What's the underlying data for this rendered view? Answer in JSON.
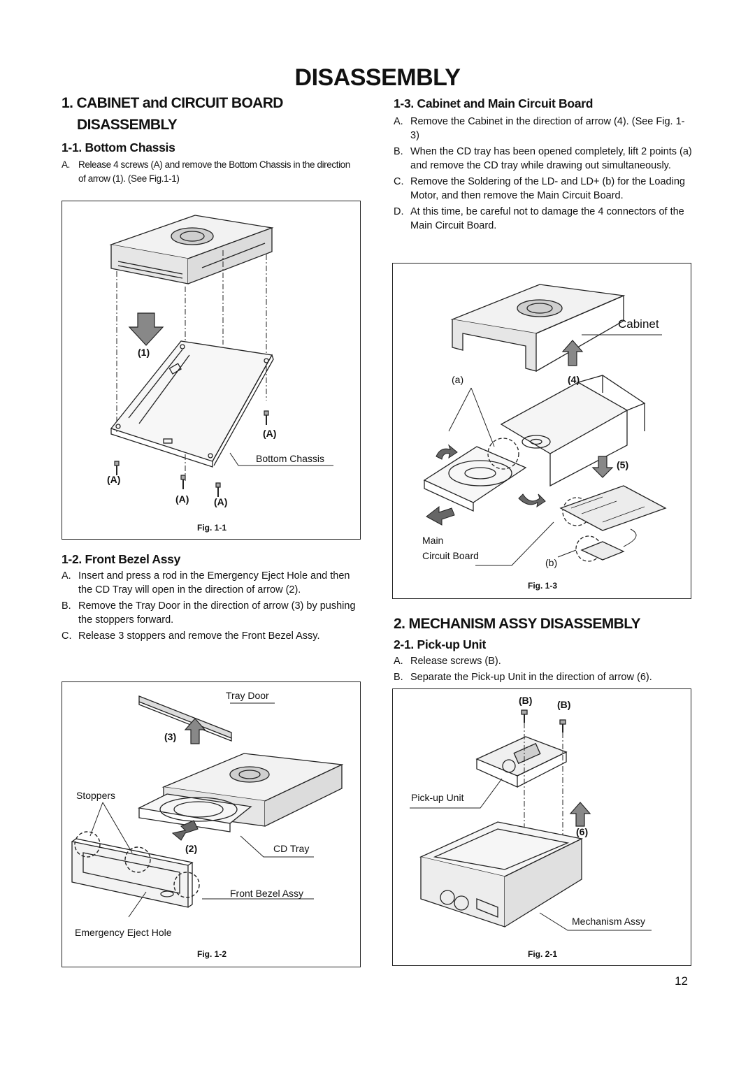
{
  "page": {
    "title": "DISASSEMBLY",
    "page_number": "12"
  },
  "section1": {
    "heading_line1": "1. CABINET and CIRCUIT BOARD",
    "heading_line2": "DISASSEMBLY",
    "sub1": {
      "heading": "1-1. Bottom Chassis",
      "steps": [
        {
          "label": "A.",
          "text": "Release 4 screws (A) and remove the Bottom Chassis in the direction of arrow (1). (See Fig.1-1)"
        }
      ],
      "figure": {
        "caption": "Fig. 1-1",
        "labels": {
          "arrow": "(1)",
          "screw_a1": "(A)",
          "screw_a2": "(A)",
          "screw_a3": "(A)",
          "screw_a4": "(A)",
          "part": "Bottom Chassis"
        }
      }
    },
    "sub2": {
      "heading": "1-2. Front Bezel Assy",
      "steps": [
        {
          "label": "A.",
          "text": "Insert and press a rod in the Emergency Eject Hole and then the CD Tray will open in the direction of arrow (2)."
        },
        {
          "label": "B.",
          "text": "Remove the Tray Door in the direction of arrow (3) by pushing the stoppers forward."
        },
        {
          "label": "C.",
          "text": "Release 3 stoppers and remove the Front Bezel Assy."
        }
      ],
      "figure": {
        "caption": "Fig. 1-2",
        "labels": {
          "tray_door": "Tray Door",
          "arrow3": "(3)",
          "stoppers": "Stoppers",
          "arrow2": "(2)",
          "cd_tray": "CD Tray",
          "front_bezel": "Front Bezel Assy",
          "eject_hole": "Emergency Eject Hole"
        }
      }
    },
    "sub3": {
      "heading": "1-3. Cabinet and Main Circuit Board",
      "steps": [
        {
          "label": "A.",
          "text": "Remove the Cabinet in the direction of arrow (4). (See Fig. 1-3)"
        },
        {
          "label": "B.",
          "text": "When the CD tray has been opened completely, lift 2 points (a) and remove the CD tray while drawing out simultaneously."
        },
        {
          "label": "C.",
          "text": "Remove the Soldering of the LD- and LD+ (b) for the Loading Motor, and then remove the Main Circuit Board."
        },
        {
          "label": "D.",
          "text": "At this time, be careful not to damage the 4 connectors of the Main Circuit Board."
        }
      ],
      "figure": {
        "caption": "Fig. 1-3",
        "labels": {
          "cabinet": "Cabinet",
          "point_a": "(a)",
          "arrow4": "(4)",
          "arrow5": "(5)",
          "main_line1": "Main",
          "main_line2": "Circuit Board",
          "point_b": "(b)"
        }
      }
    }
  },
  "section2": {
    "heading": "2. MECHANISM ASSY DISASSEMBLY",
    "sub1": {
      "heading": "2-1. Pick-up Unit",
      "steps": [
        {
          "label": "A.",
          "text": "Release screws (B)."
        },
        {
          "label": "B.",
          "text": "Separate the Pick-up Unit in the direction of arrow (6)."
        }
      ],
      "figure": {
        "caption": "Fig. 2-1",
        "labels": {
          "screw_b1": "(B)",
          "screw_b2": "(B)",
          "pickup": "Pick-up Unit",
          "arrow6": "(6)",
          "mechanism": "Mechanism Assy"
        }
      }
    }
  }
}
